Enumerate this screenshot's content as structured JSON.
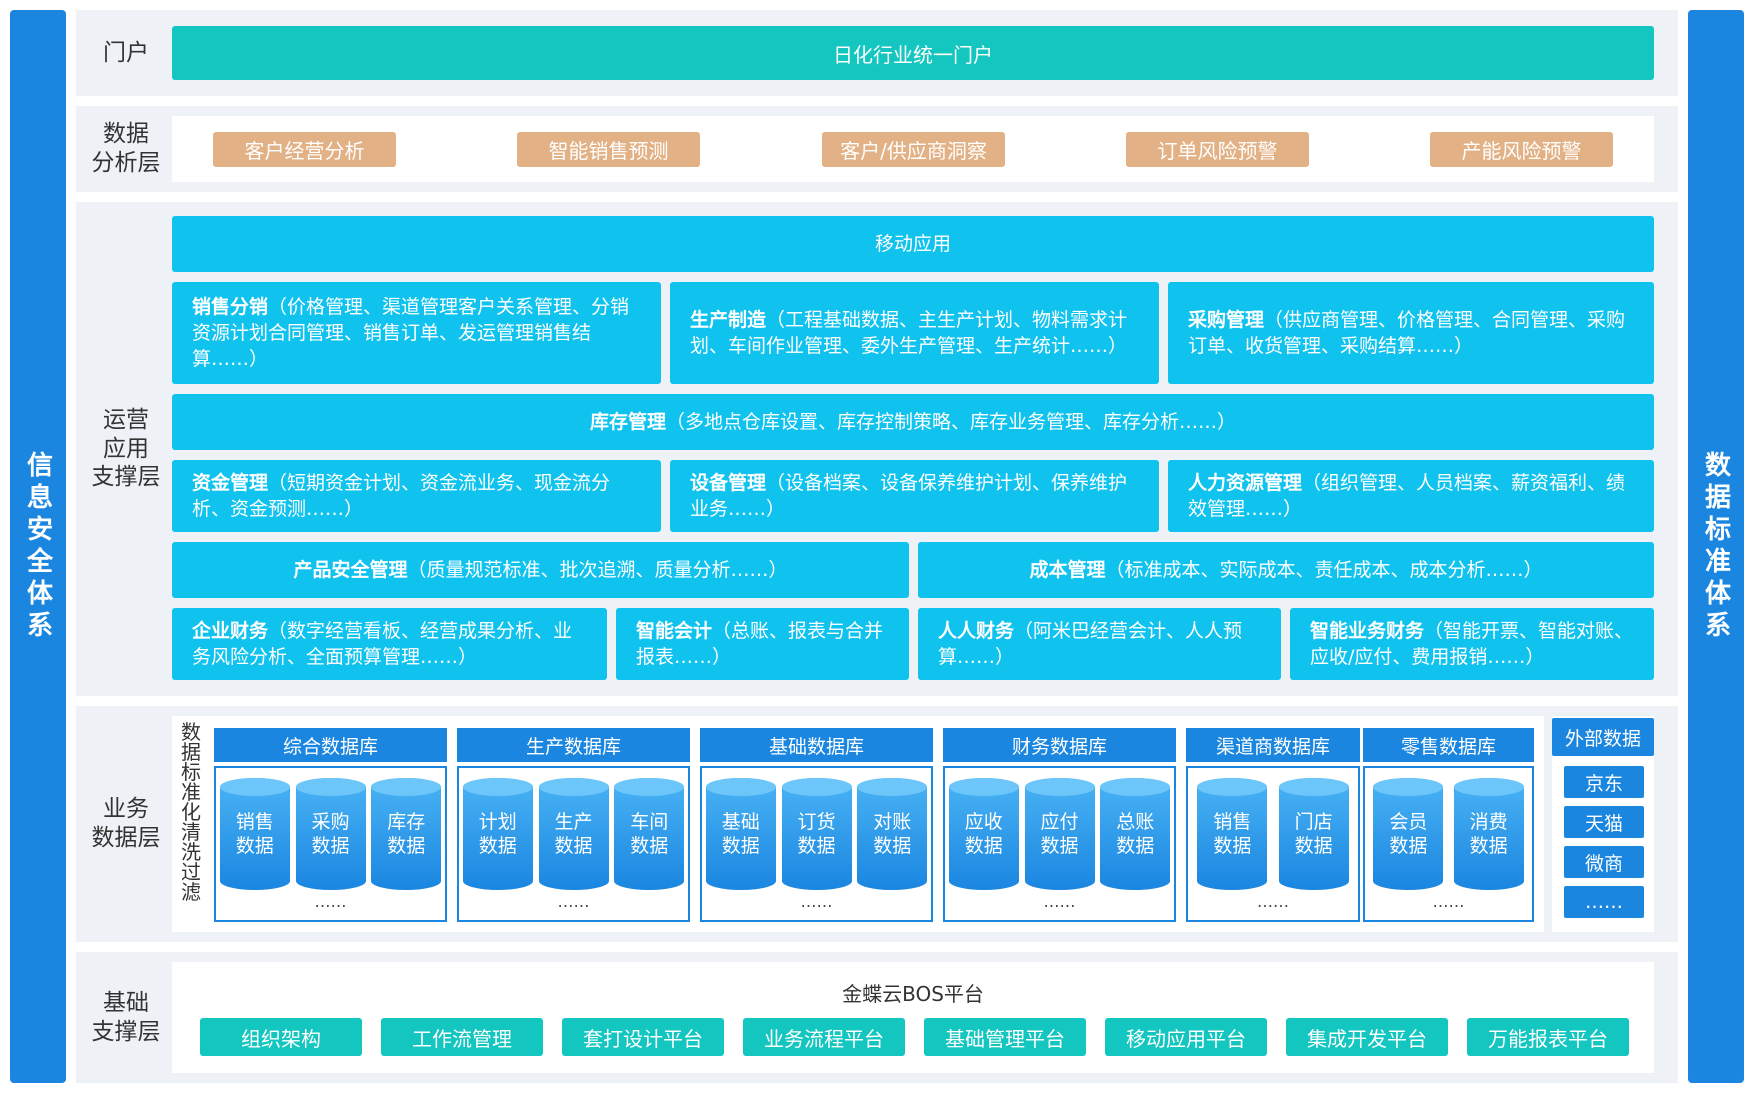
{
  "left_bar": "信息安全体系",
  "right_bar": "数据标准体系",
  "portal": {
    "label": "门户",
    "bar": "日化行业统一门户"
  },
  "analysis": {
    "label": "数据\n分析层",
    "items": [
      "客户经营分析",
      "智能销售预测",
      "客户/供应商洞察",
      "订单风险预警",
      "产能风险预警"
    ]
  },
  "ops": {
    "label": "运营\n应用\n支撑层",
    "mobile": "移动应用",
    "sales": {
      "title": "销售分销",
      "desc": "（价格管理、渠道管理客户关系管理、分销资源计划合同管理、销售订单、发运管理销售结算……）"
    },
    "production": {
      "title": "生产制造",
      "desc": "（工程基础数据、主生产计划、物料需求计划、车间作业管理、委外生产管理、生产统计……）"
    },
    "purchase": {
      "title": "采购管理",
      "desc": "（供应商管理、价格管理、合同管理、采购订单、收货管理、采购结算……）"
    },
    "inventory": {
      "title": "库存管理",
      "desc": "（多地点仓库设置、库存控制策略、库存业务管理、库存分析……）"
    },
    "funds": {
      "title": "资金管理",
      "desc": "（短期资金计划、资金流业务、现金流分析、资金预测……）"
    },
    "equipment": {
      "title": "设备管理",
      "desc": "（设备档案、设备保养维护计划、保养维护业务……）"
    },
    "hr": {
      "title": "人力资源管理",
      "desc": "（组织管理、人员档案、薪资福利、绩效管理……）"
    },
    "product_safety": {
      "title": "产品安全管理",
      "desc": "（质量规范标准、批次追溯、质量分析……）"
    },
    "cost": {
      "title": "成本管理",
      "desc": "（标准成本、实际成本、责任成本、成本分析……）"
    },
    "enterprise_finance": {
      "title": "企业财务",
      "desc": "（数字经营看板、经营成果分析、业务风险分析、全面预算管理……）"
    },
    "smart_accounting": {
      "title": "智能会计",
      "desc": "（总账、报表与合并报表……）"
    },
    "everyone_finance": {
      "title": "人人财务",
      "desc": "（阿米巴经营会计、人人预算……）"
    },
    "smart_business_finance": {
      "title": "智能业务财务",
      "desc": "（智能开票、智能对账、应收/应付、费用报销……）"
    }
  },
  "data_layer": {
    "label": "业务\n数据层",
    "cleaning": "数据标准化清洗过滤",
    "groups": [
      {
        "title": "综合数据库",
        "items": [
          "销售\n数据",
          "采购\n数据",
          "库存\n数据"
        ]
      },
      {
        "title": "生产数据库",
        "items": [
          "计划\n数据",
          "生产\n数据",
          "车间\n数据"
        ]
      },
      {
        "title": "基础数据库",
        "items": [
          "基础\n数据",
          "订货\n数据",
          "对账\n数据"
        ]
      },
      {
        "title": "财务数据库",
        "items": [
          "应收\n数据",
          "应付\n数据",
          "总账\n数据"
        ]
      },
      {
        "title": "渠道商数据库",
        "items": [
          "销售\n数据",
          "门店\n数据"
        ]
      },
      {
        "title": "零售数据库",
        "items": [
          "会员\n数据",
          "消费\n数据"
        ]
      }
    ],
    "ellipsis": "……",
    "external": {
      "title": "外部数据",
      "items": [
        "京东",
        "天猫",
        "微商",
        "……"
      ]
    }
  },
  "base": {
    "label": "基础\n支撑层",
    "platform": "金蝶云BOS平台",
    "items": [
      "组织架构",
      "工作流管理",
      "套打设计平台",
      "业务流程平台",
      "基础管理平台",
      "移动应用平台",
      "集成开发平台",
      "万能报表平台"
    ]
  },
  "colors": {
    "blue": "#1a86e0",
    "cyan": "#10c3ef",
    "teal": "#13c6c0",
    "tan": "#e2b185",
    "band": "#eef2f7"
  }
}
